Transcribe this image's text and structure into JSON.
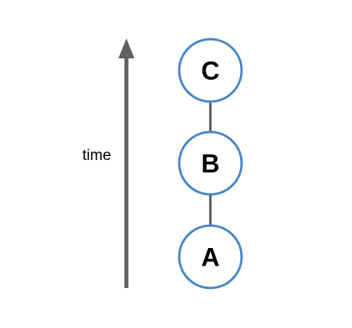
{
  "axis": {
    "label": "time"
  },
  "nodes": [
    {
      "label": "C"
    },
    {
      "label": "B"
    },
    {
      "label": "A"
    }
  ],
  "colors": {
    "node_stroke": "#4a86c5",
    "node_fill": "#ffffff",
    "edge": "#555555",
    "arrow": "#5f5f5f"
  }
}
